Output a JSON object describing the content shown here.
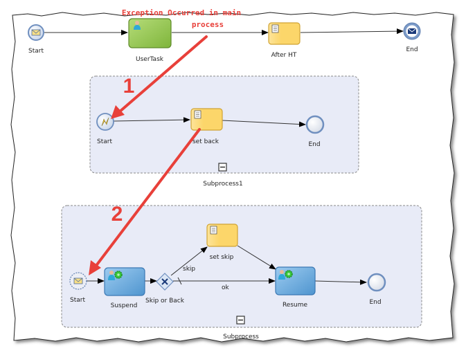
{
  "annotation": {
    "line1": "Exception Occurred in main",
    "line2": "process",
    "step1": "1",
    "step2": "2",
    "arrow_color": "#e8403a"
  },
  "main_process": {
    "start": {
      "label": "Start",
      "icon": "envelope-icon"
    },
    "user_task": {
      "label": "UserTask",
      "icon": "user-icon"
    },
    "after_ht": {
      "label": "After HT",
      "icon": "script-icon"
    },
    "end": {
      "label": "End",
      "icon": "envelope-filled-icon"
    }
  },
  "subprocess1": {
    "name": "Subprocess1",
    "start": {
      "label": "Start",
      "icon": "error-lightning-icon"
    },
    "set_back": {
      "label": "set back",
      "icon": "script-icon"
    },
    "end": {
      "label": "End"
    }
  },
  "subprocess": {
    "name": "Subprocess",
    "start": {
      "label": "Start",
      "icon": "envelope-icon"
    },
    "suspend": {
      "label": "Suspend",
      "icon": "user-gear-icon"
    },
    "gateway": {
      "label": "Skip or Back",
      "icon": "x-gateway-icon"
    },
    "set_skip": {
      "label": "set skip",
      "icon": "script-icon"
    },
    "resume": {
      "label": "Resume",
      "icon": "user-gear-icon"
    },
    "end": {
      "label": "End"
    },
    "flow_skip": "skip",
    "flow_ok": "ok"
  },
  "colors": {
    "green_task": "#8cc63f",
    "yellow_task": "#fcd669",
    "blue_task": "#6aaee0",
    "subprocess_bg": "#e8ebf7",
    "event_ring": "#6f8fbf"
  }
}
